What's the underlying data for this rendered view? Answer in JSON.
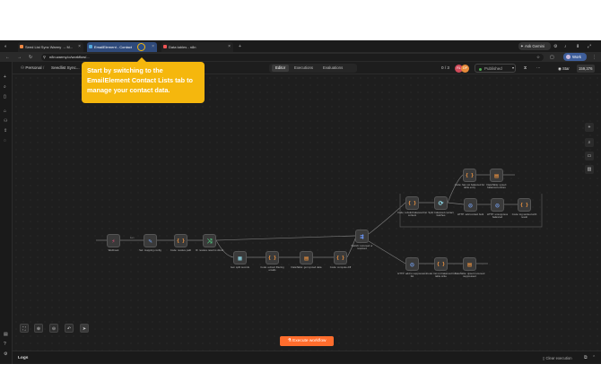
{
  "browser": {
    "tabs": [
      {
        "label": "Seed List Sync Warmy → M..."
      },
      {
        "label": "EmailElement - Contact"
      },
      {
        "label": "Data tables - n8n"
      }
    ],
    "ask_label": "Ask Gemini",
    "url": "n8n.warmy.io/workflow/...",
    "profile_label": "Work"
  },
  "app": {
    "breadcrumb_personal": "Personal",
    "workflow_name": "Seedlist Sync...",
    "counter": "0 / 3",
    "avatar1": "RL",
    "avatar2": "DP",
    "published_label": "Published",
    "star_label": "Star",
    "star_count": "159,376",
    "tabs": [
      "Editor",
      "Executions",
      "Evaluations"
    ],
    "active_tab": "Editor"
  },
  "tooltip": {
    "text": "Start by switching to the EmailElement Contact Lists tab to manage your contact data."
  },
  "nodes": [
    {
      "label": "Webhook",
      "icon": "webhook-icon",
      "glyph": "⚡"
    },
    {
      "label": "Set: mapping config",
      "icon": "set-icon",
      "glyph": "✎"
    },
    {
      "label": "Code: resolve path",
      "icon": "code-icon",
      "glyph": "{ }"
    },
    {
      "label": "IF: resolve result is direct",
      "icon": "if-icon",
      "glyph": "⤨"
    },
    {
      "label": "Get: split records",
      "icon": "split-icon",
      "glyph": "▦"
    },
    {
      "label": "Code: extract filtering emails",
      "icon": "code-icon",
      "glyph": "{ }"
    },
    {
      "label": "DataTable: get synced data",
      "icon": "datatable-icon",
      "glyph": "▤"
    },
    {
      "label": "Code: compute diff",
      "icon": "code-icon",
      "glyph": "{ }"
    },
    {
      "label": "Switch: removed or resolved",
      "icon": "switch-icon",
      "glyph": "⇶"
    },
    {
      "label": "Code: rebuild balanced list content",
      "icon": "code-icon",
      "glyph": "{ }"
    },
    {
      "label": "Split: balanced contact batches",
      "icon": "split-icon",
      "glyph": "⟳"
    },
    {
      "label": "Code: has not balanced for table entry",
      "icon": "code-icon",
      "glyph": "{ }"
    },
    {
      "label": "DataTable: upsert balanced entries",
      "icon": "datatable-icon",
      "glyph": "▤"
    },
    {
      "label": "HTTP: add contact bulk",
      "icon": "http-icon",
      "glyph": "◎"
    },
    {
      "label": "HTTP: unsuppress balanced",
      "icon": "http-icon",
      "glyph": "◎"
    },
    {
      "label": "Code: log worked with result",
      "icon": "code-icon",
      "glyph": "{ }"
    },
    {
      "label": "HTTP: add to suppression list",
      "icon": "http-icon",
      "glyph": "◎"
    },
    {
      "label": "Code: list not balanced for table write",
      "icon": "code-icon",
      "glyph": "{ }"
    },
    {
      "label": "DataTable: upsert removed suppressed",
      "icon": "datatable-icon",
      "glyph": "▤"
    }
  ],
  "execute_label": "Execute workflow",
  "logs": {
    "label": "Logs",
    "clear_label": "Clear execution"
  },
  "colors": {
    "accent": "#ff6d2d",
    "tooltip": "#f5b70d",
    "canvas": "#1e1e1e"
  }
}
